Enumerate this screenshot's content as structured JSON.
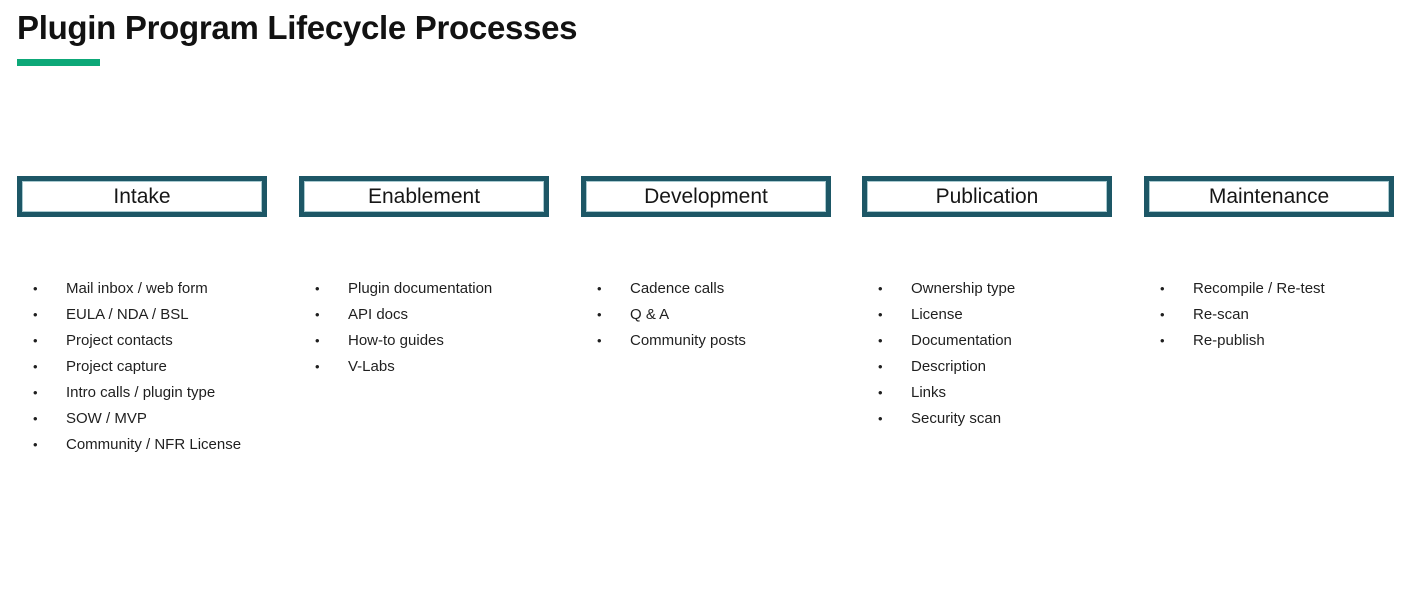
{
  "page": {
    "title": "Plugin Program Lifecycle Processes"
  },
  "colors": {
    "accent_green": "#0da878",
    "stage_border_teal": "#1d5766",
    "text": "#1f1f1f"
  },
  "bullet_glyph": "•",
  "columns": [
    {
      "header": "Intake",
      "items": [
        "Mail inbox / web form",
        "EULA / NDA / BSL",
        "Project contacts",
        "Project capture",
        "Intro calls / plugin type",
        "SOW / MVP",
        "Community / NFR License"
      ]
    },
    {
      "header": "Enablement",
      "items": [
        "Plugin documentation",
        "API docs",
        "How-to guides",
        "V-Labs"
      ]
    },
    {
      "header": "Development",
      "items": [
        "Cadence calls",
        "Q & A",
        "Community posts"
      ]
    },
    {
      "header": "Publication",
      "items": [
        "Ownership type",
        "License",
        "Documentation",
        "Description",
        "Links",
        "Security scan"
      ]
    },
    {
      "header": "Maintenance",
      "items": [
        "Recompile / Re-test",
        "Re-scan",
        "Re-publish"
      ]
    }
  ]
}
